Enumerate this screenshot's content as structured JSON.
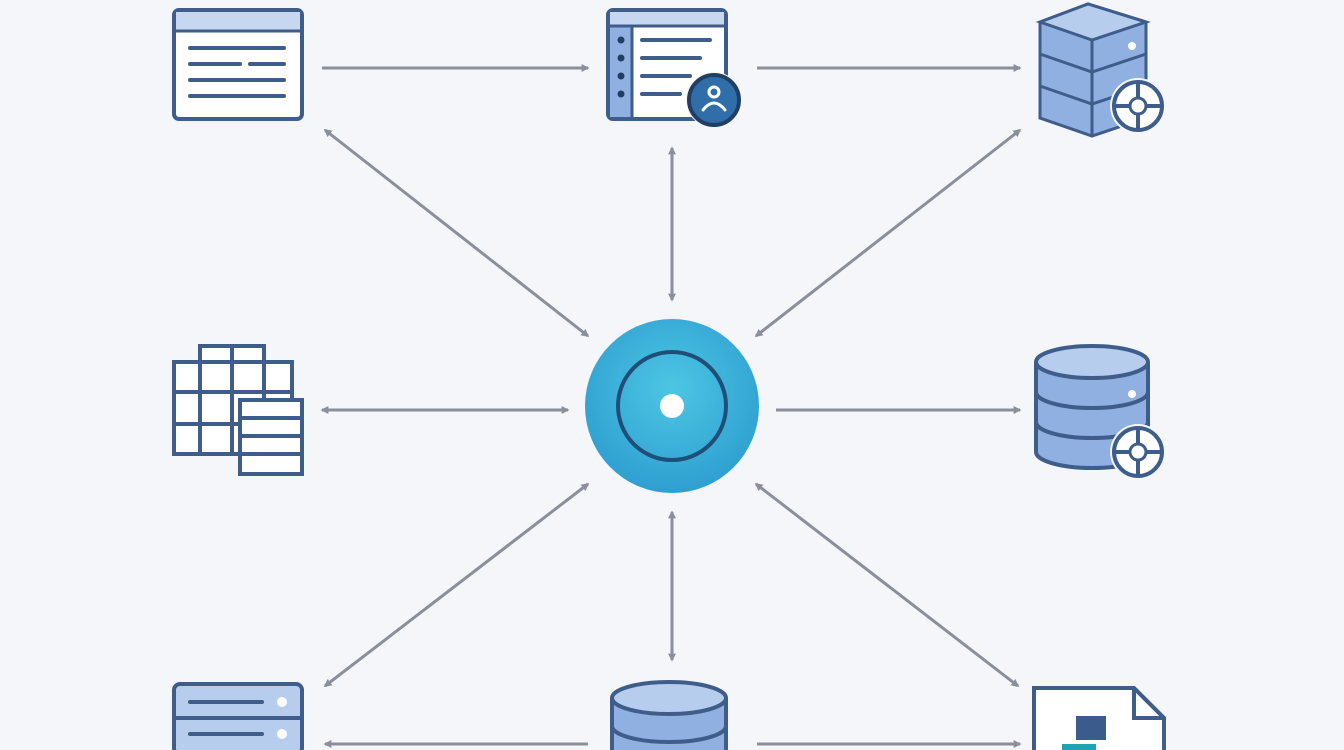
{
  "colors": {
    "background": "#f4f6f9",
    "node_stroke": "#3f5d8a",
    "node_fill": "#ffffff",
    "node_fill_light": "#dfe8f6",
    "db_fill": "#8fb0e0",
    "db_fill_light": "#b7cdee",
    "arrow": "#8a8f9a",
    "hub_outer": "#38b3d6",
    "hub_inner_stroke": "#1f4f78",
    "badge_fill": "#2f6ea8",
    "badge_stroke": "#203f63",
    "file_accent": "#3a5b8c",
    "file_teal": "#1fa3b0"
  },
  "nodes": [
    {
      "id": "document-window",
      "icon": "document-window-icon"
    },
    {
      "id": "user-document",
      "icon": "user-document-icon"
    },
    {
      "id": "cube-database",
      "icon": "cube-database-icon"
    },
    {
      "id": "data-grid",
      "icon": "data-grid-icon"
    },
    {
      "id": "central-hub",
      "icon": "target-hub-icon"
    },
    {
      "id": "cylinder-database",
      "icon": "cylinder-database-icon"
    },
    {
      "id": "server-rack",
      "icon": "server-icon"
    },
    {
      "id": "bottom-database",
      "icon": "database-icon"
    },
    {
      "id": "file-document",
      "icon": "file-icon"
    }
  ],
  "edges": [
    {
      "from": "document-window",
      "to": "user-document",
      "direction": "forward"
    },
    {
      "from": "user-document",
      "to": "cube-database",
      "direction": "forward"
    },
    {
      "from": "document-window",
      "to": "central-hub",
      "direction": "both"
    },
    {
      "from": "user-document",
      "to": "central-hub",
      "direction": "both"
    },
    {
      "from": "cube-database",
      "to": "central-hub",
      "direction": "forward"
    },
    {
      "from": "data-grid",
      "to": "central-hub",
      "direction": "both"
    },
    {
      "from": "central-hub",
      "to": "cylinder-database",
      "direction": "forward"
    },
    {
      "from": "central-hub",
      "to": "server-rack",
      "direction": "both"
    },
    {
      "from": "central-hub",
      "to": "bottom-database",
      "direction": "both"
    },
    {
      "from": "central-hub",
      "to": "file-document",
      "direction": "both"
    },
    {
      "from": "bottom-database",
      "to": "server-rack",
      "direction": "forward"
    },
    {
      "from": "bottom-database",
      "to": "file-document",
      "direction": "forward"
    }
  ]
}
